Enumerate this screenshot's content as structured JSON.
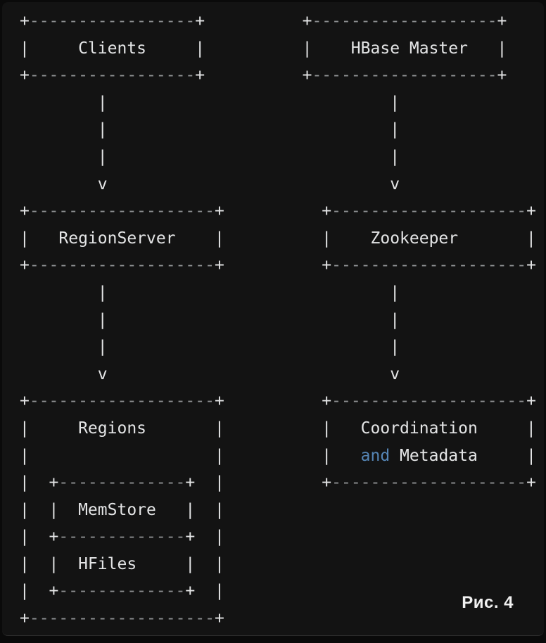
{
  "figure": {
    "label": "Рис. 4"
  },
  "colors": {
    "background": "#0a0a0a",
    "panel": "#131313",
    "panel_edge": "#2d2d2d",
    "bright": "#e4e5e6",
    "dim": "#8f9193",
    "accent": "#5585b5",
    "label": "#f0f0f0"
  },
  "diagram": {
    "description": "ASCII architecture diagram",
    "nodes": [
      {
        "label": "Clients"
      },
      {
        "label": "RegionServer"
      },
      {
        "label": "Regions",
        "children": [
          "MemStore",
          "HFiles"
        ]
      },
      {
        "label": "HBase Master"
      },
      {
        "label": "Zookeeper"
      },
      {
        "label": "Coordination and Metadata",
        "accent_word": "and"
      }
    ],
    "edges": [
      {
        "from": "Clients",
        "to": "RegionServer"
      },
      {
        "from": "RegionServer",
        "to": "Regions"
      },
      {
        "from": "HBase Master",
        "to": "Zookeeper"
      },
      {
        "from": "Zookeeper",
        "to": "Coordination and Metadata"
      }
    ],
    "lines": [
      [
        {
          "s": "b",
          "t": "+"
        },
        {
          "s": "d",
          "t": "-----------------"
        },
        {
          "s": "b",
          "t": "+          +"
        },
        {
          "s": "d",
          "t": "-------------------"
        },
        {
          "s": "b",
          "t": "+"
        }
      ],
      [
        {
          "s": "b",
          "t": "|     Clients     |          |    HBase Master   |"
        }
      ],
      [
        {
          "s": "b",
          "t": "+"
        },
        {
          "s": "d",
          "t": "-----------------"
        },
        {
          "s": "b",
          "t": "+          +"
        },
        {
          "s": "d",
          "t": "-------------------"
        },
        {
          "s": "b",
          "t": "+"
        }
      ],
      [
        {
          "s": "b",
          "t": "        |                             |"
        }
      ],
      [
        {
          "s": "b",
          "t": "        |                             |"
        }
      ],
      [
        {
          "s": "b",
          "t": "        |                             |"
        }
      ],
      [
        {
          "s": "b",
          "t": "        v                             v"
        }
      ],
      [
        {
          "s": "b",
          "t": "+"
        },
        {
          "s": "d",
          "t": "-------------------"
        },
        {
          "s": "b",
          "t": "+          +"
        },
        {
          "s": "d",
          "t": "--------------------"
        },
        {
          "s": "b",
          "t": "+"
        }
      ],
      [
        {
          "s": "b",
          "t": "|   RegionServer    |          |    Zookeeper       |"
        }
      ],
      [
        {
          "s": "b",
          "t": "+"
        },
        {
          "s": "d",
          "t": "-------------------"
        },
        {
          "s": "b",
          "t": "+          +"
        },
        {
          "s": "d",
          "t": "--------------------"
        },
        {
          "s": "b",
          "t": "+"
        }
      ],
      [
        {
          "s": "b",
          "t": "        |                             |"
        }
      ],
      [
        {
          "s": "b",
          "t": "        |                             |"
        }
      ],
      [
        {
          "s": "b",
          "t": "        |                             |"
        }
      ],
      [
        {
          "s": "b",
          "t": "        v                             v"
        }
      ],
      [
        {
          "s": "b",
          "t": "+"
        },
        {
          "s": "d",
          "t": "-------------------"
        },
        {
          "s": "b",
          "t": "+          +"
        },
        {
          "s": "d",
          "t": "--------------------"
        },
        {
          "s": "b",
          "t": "+"
        }
      ],
      [
        {
          "s": "b",
          "t": "|     Regions       |          |   Coordination     |"
        }
      ],
      [
        {
          "s": "b",
          "t": "|                   |          |   "
        },
        {
          "s": "u",
          "t": "and"
        },
        {
          "s": "b",
          "t": " Metadata     |"
        }
      ],
      [
        {
          "s": "b",
          "t": "|  +"
        },
        {
          "s": "d",
          "t": "-------------"
        },
        {
          "s": "b",
          "t": "+  |          +"
        },
        {
          "s": "d",
          "t": "--------------------"
        },
        {
          "s": "b",
          "t": "+"
        }
      ],
      [
        {
          "s": "b",
          "t": "|  |  MemStore   |  |"
        }
      ],
      [
        {
          "s": "b",
          "t": "|  +"
        },
        {
          "s": "d",
          "t": "-------------"
        },
        {
          "s": "b",
          "t": "+  |"
        }
      ],
      [
        {
          "s": "b",
          "t": "|  |  HFiles     |  |"
        }
      ],
      [
        {
          "s": "b",
          "t": "|  +"
        },
        {
          "s": "d",
          "t": "-------------"
        },
        {
          "s": "b",
          "t": "+  |"
        }
      ],
      [
        {
          "s": "b",
          "t": "+"
        },
        {
          "s": "d",
          "t": "-------------------"
        },
        {
          "s": "b",
          "t": "+"
        }
      ]
    ]
  }
}
